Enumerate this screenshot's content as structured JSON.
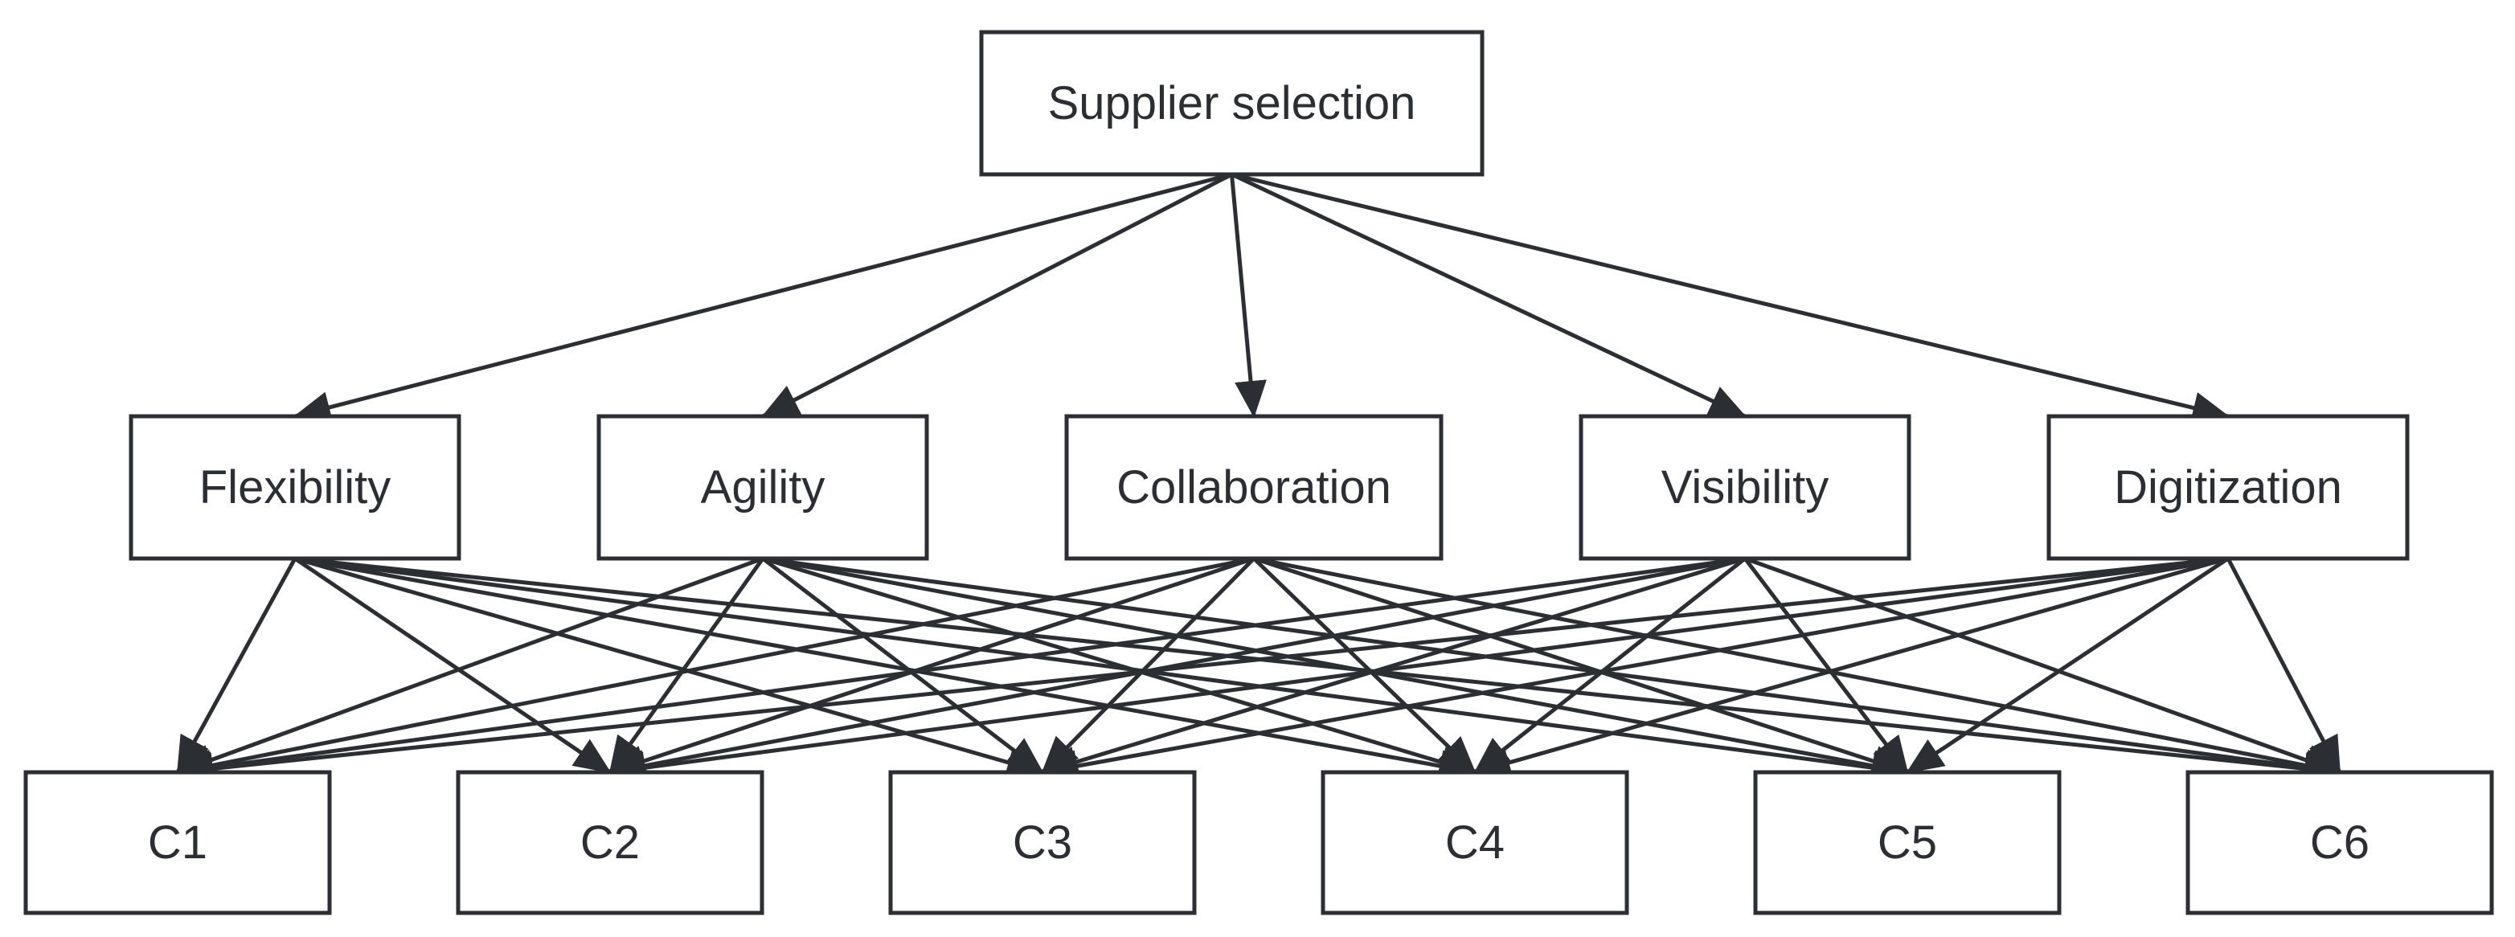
{
  "diagram": {
    "type": "hierarchy",
    "colors": {
      "stroke": "#2b2f33",
      "fill": "#ffffff",
      "text": "#2b2f33"
    },
    "levels": {
      "goal": [
        {
          "id": "goal",
          "label": "Supplier selection"
        }
      ],
      "criteria": [
        {
          "id": "flexibility",
          "label": "Flexibility"
        },
        {
          "id": "agility",
          "label": "Agility"
        },
        {
          "id": "collaboration",
          "label": "Collaboration"
        },
        {
          "id": "visibility",
          "label": "Visibility"
        },
        {
          "id": "digitization",
          "label": "Digitization"
        }
      ],
      "alternatives": [
        {
          "id": "c1",
          "label": "C1"
        },
        {
          "id": "c2",
          "label": "C2"
        },
        {
          "id": "c3",
          "label": "C3"
        },
        {
          "id": "c4",
          "label": "C4"
        },
        {
          "id": "c5",
          "label": "C5"
        },
        {
          "id": "c6",
          "label": "C6"
        }
      ]
    },
    "edges": {
      "goal_to_criteria": "all",
      "criteria_to_alternatives": "all"
    }
  }
}
